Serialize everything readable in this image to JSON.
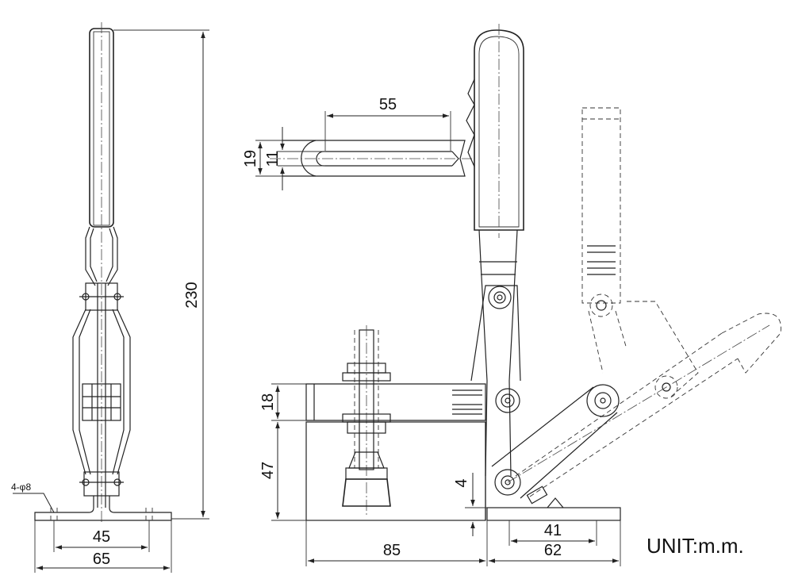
{
  "dimensions": {
    "side_width_bolts": "45",
    "side_width_base": "65",
    "overall_height": "230",
    "hole_spec": "4-φ8",
    "slot_length": "55",
    "slot_outer_height": "19",
    "slot_inner_height": "11",
    "bar_height": "18",
    "body_height": "47",
    "plate_thickness": "4",
    "front_length": "85",
    "base_hole_spacing": "41",
    "base_length": "62"
  },
  "unit_label": "UNIT:m.m."
}
